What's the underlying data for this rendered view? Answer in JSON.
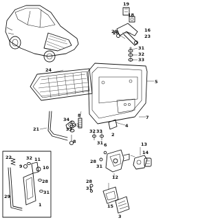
{
  "callouts": {
    "c1": "1",
    "c2": "2",
    "c3": "3",
    "c4": "4",
    "c5": "5",
    "c6": "6",
    "c7": "7",
    "c8": "8",
    "c9": "9",
    "c10": "10",
    "c11": "11",
    "c12": "12",
    "c13": "13",
    "c14": "14",
    "c15": "15",
    "c16": "16",
    "c18": "18",
    "c19": "19",
    "c21": "21",
    "c22": "22",
    "c23": "23",
    "c24": "24",
    "c26": "26",
    "c28": "28",
    "c29": "29",
    "c31": "31",
    "c32": "32",
    "c33": "33",
    "c34": "34"
  }
}
